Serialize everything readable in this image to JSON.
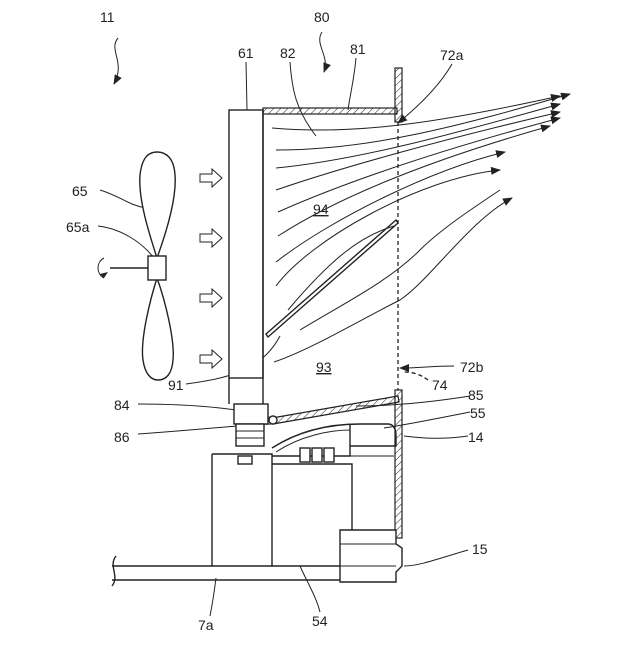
{
  "labels": {
    "l11": "11",
    "l80": "80",
    "l61": "61",
    "l82": "82",
    "l81": "81",
    "l72a": "72a",
    "l65": "65",
    "l65a": "65a",
    "l94": "94",
    "l93": "93",
    "l91": "91",
    "l72b": "72b",
    "l74": "74",
    "l84": "84",
    "l85": "85",
    "l55": "55",
    "l86": "86",
    "l14": "14",
    "l15": "15",
    "l7a": "7a",
    "l54": "54"
  }
}
